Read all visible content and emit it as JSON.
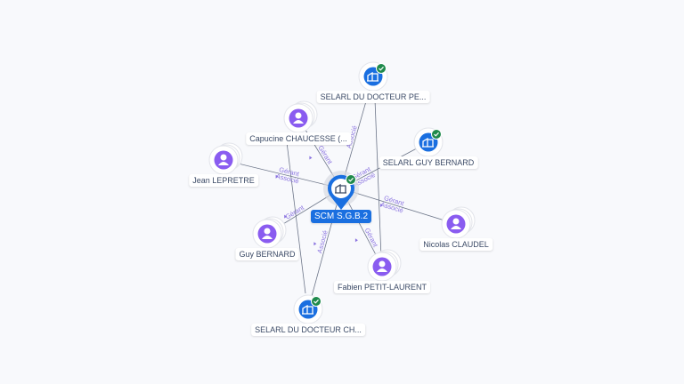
{
  "colors": {
    "person": "#8a5cf0",
    "company": "#1a6fe0",
    "check": "#1f8a4c",
    "edge": "#6d7689",
    "edge_label": "#8a73e0"
  },
  "center": {
    "label": "SCM S.G.B.2",
    "icon": "building-icon",
    "verified": true
  },
  "nodes": [
    {
      "label": "SELARL DU DOCTEUR PE...",
      "type": "company",
      "icon": "building-icon",
      "verified": true
    },
    {
      "label": "Capucine CHAUCESSE (...",
      "type": "person",
      "icon": "person-icon"
    },
    {
      "label": "SELARL GUY BERNARD",
      "type": "company",
      "icon": "building-icon",
      "verified": true
    },
    {
      "label": "Jean LEPRETRE",
      "type": "person",
      "icon": "person-icon"
    },
    {
      "label": "Guy BERNARD",
      "type": "person",
      "icon": "person-icon"
    },
    {
      "label": "Nicolas CLAUDEL",
      "type": "person",
      "icon": "person-icon"
    },
    {
      "label": "Fabien PETIT-LAURENT",
      "type": "person",
      "icon": "person-icon"
    },
    {
      "label": "SELARL DU DOCTEUR CH...",
      "type": "company",
      "icon": "building-icon",
      "verified": true
    }
  ],
  "edges": [
    {
      "from": 0,
      "roles": [
        "Associé"
      ]
    },
    {
      "from": 1,
      "roles": [
        "Gérant"
      ]
    },
    {
      "from": 2,
      "roles": [
        "Gérant",
        "Associé"
      ]
    },
    {
      "from": 3,
      "roles": [
        "Gérant",
        "Associé"
      ]
    },
    {
      "from": 4,
      "roles": [
        "Gérant"
      ]
    },
    {
      "from": 5,
      "roles": [
        "Gérant",
        "Associé"
      ]
    },
    {
      "from": 6,
      "roles": [
        "Gérant"
      ]
    },
    {
      "from": 7,
      "roles": [
        "Associé"
      ]
    }
  ]
}
